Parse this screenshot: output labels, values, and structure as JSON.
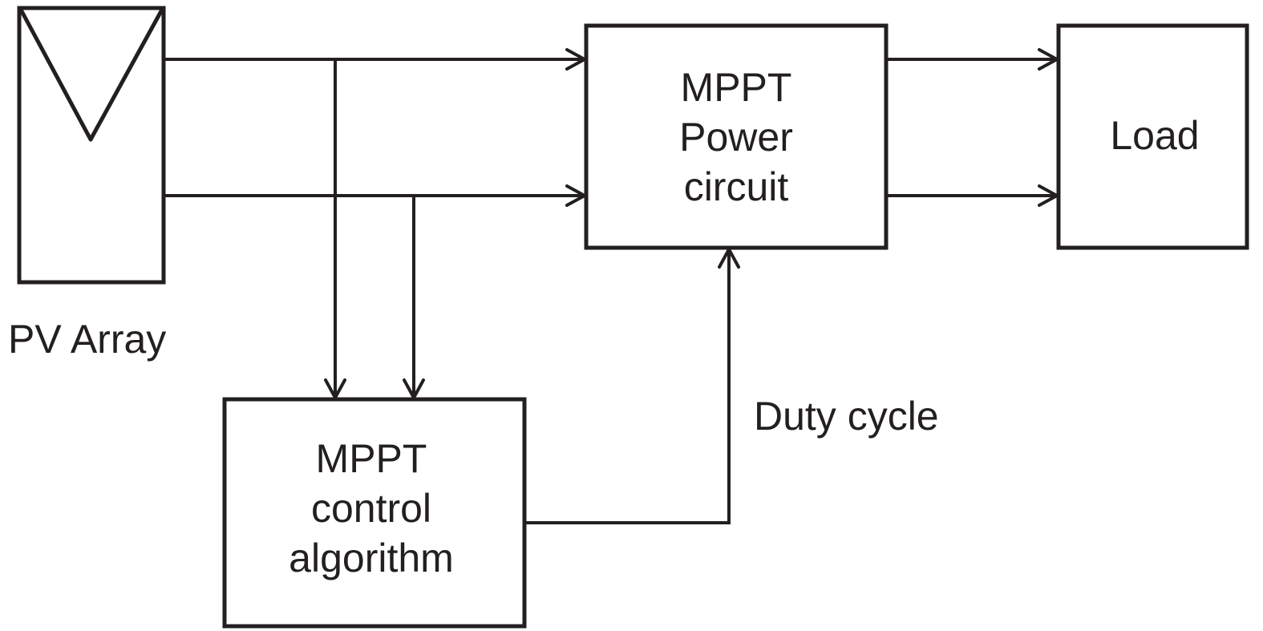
{
  "colors": {
    "ink": "#231f20",
    "background": "#ffffff"
  },
  "blocks": {
    "pv_array": {
      "label": "PV Array"
    },
    "power_circuit": {
      "lines": [
        "MPPT",
        "Power",
        "circuit"
      ]
    },
    "load": {
      "label": "Load"
    },
    "control_algorithm": {
      "lines": [
        "MPPT",
        "control",
        "algorithm"
      ]
    }
  },
  "signals": {
    "duty_cycle": "Duty cycle"
  }
}
